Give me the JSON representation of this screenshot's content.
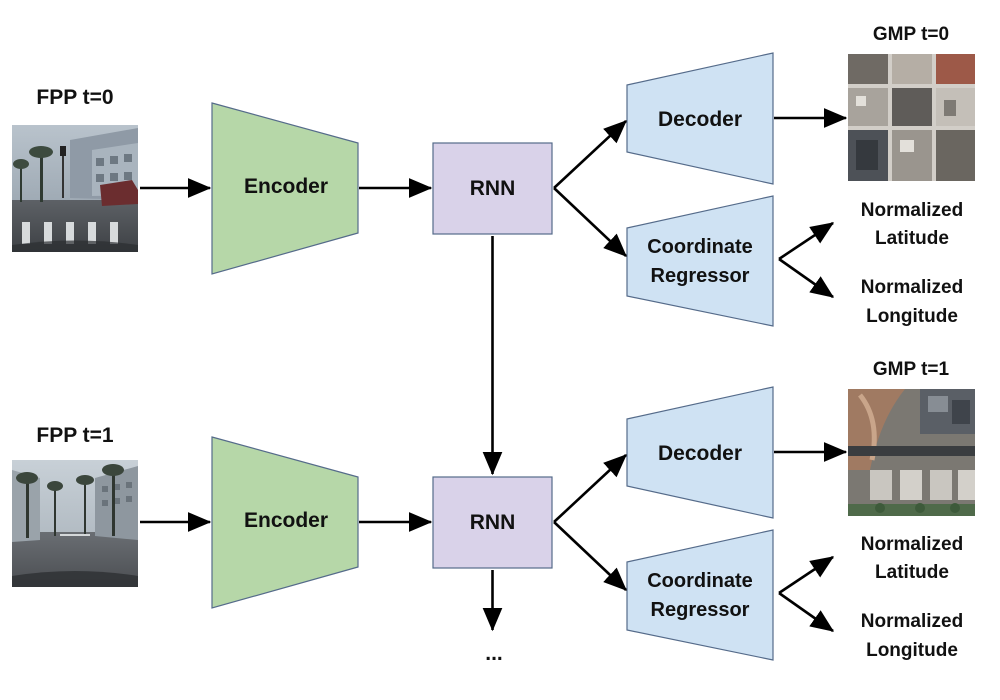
{
  "rows": [
    {
      "input_label": "FPP t=0",
      "encoder_label": "Encoder",
      "rnn_label": "RNN",
      "decoder_label": "Decoder",
      "regressor_line1": "Coordinate",
      "regressor_line2": "Regressor",
      "map_label": "GMP t=0",
      "latitude_line1": "Normalized",
      "latitude_line2": "Latitude",
      "longitude_line1": "Normalized",
      "longitude_line2": "Longitude"
    },
    {
      "input_label": "FPP t=1",
      "encoder_label": "Encoder",
      "rnn_label": "RNN",
      "decoder_label": "Decoder",
      "regressor_line1": "Coordinate",
      "regressor_line2": "Regressor",
      "map_label": "GMP t=1",
      "latitude_line1": "Normalized",
      "latitude_line2": "Latitude",
      "longitude_line1": "Normalized",
      "longitude_line2": "Longitude"
    }
  ],
  "continuation_label": "...",
  "colors": {
    "encoder_fill": "#b6d7a8",
    "rnn_fill": "#d9d2e9",
    "head_fill": "#cfe2f3",
    "edge": "#000000"
  }
}
